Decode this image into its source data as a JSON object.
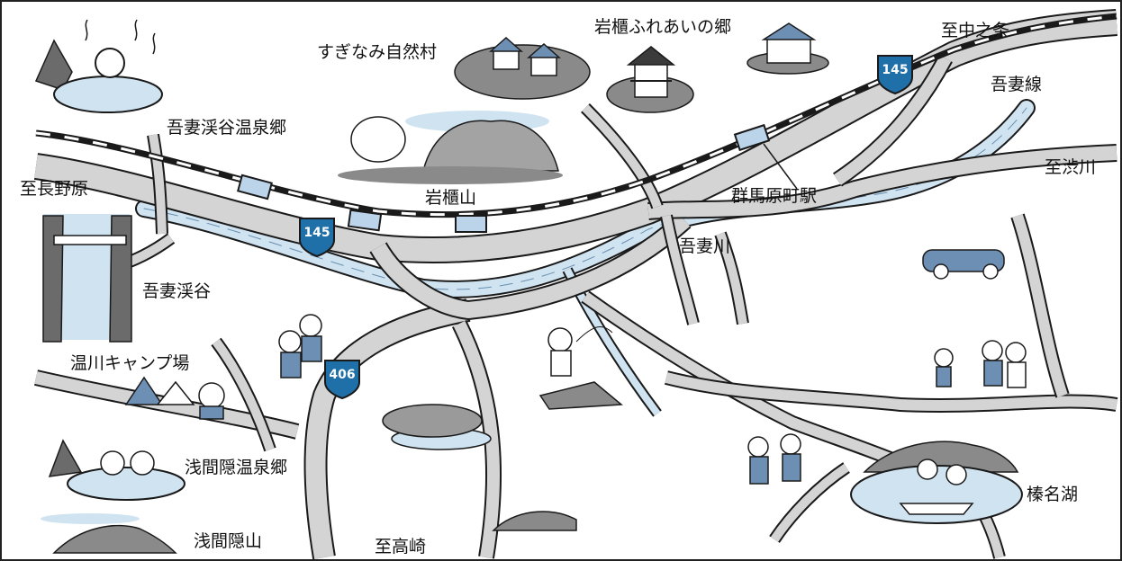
{
  "colors": {
    "road": "#cfcfcf",
    "road_edge": "#1a1a1a",
    "river": "#cfe3f1",
    "station": "#bcd4ea",
    "shield": "#1f6fa8",
    "lake": "#cfe3f1"
  },
  "labels": {
    "to_nakanojo": "至中之条",
    "agatsuma_line": "吾妻線",
    "to_shibukawa": "至渋川",
    "to_naganohara": "至長野原",
    "gunmaharamachi_station": "群馬原町駅",
    "agatsuma_river": "吾妻川",
    "iwabitsu_fureai": "岩櫃ふれあいの郷",
    "suginami_village": "すぎなみ自然村",
    "agatsuma_onsen": "吾妻渓谷温泉郷",
    "iwabitsu_mountain": "岩櫃山",
    "agatsuma_gorge": "吾妻渓谷",
    "nurukawa_camp": "温川キャンプ場",
    "asamakakushi_onsen": "浅間隠温泉郷",
    "asamakakushi_mountain": "浅間隠山",
    "to_takasaki": "至高崎",
    "lake_haruna": "榛名湖"
  },
  "shields": {
    "route_145_north": "145",
    "route_145_south": "145",
    "route_406": "406"
  }
}
